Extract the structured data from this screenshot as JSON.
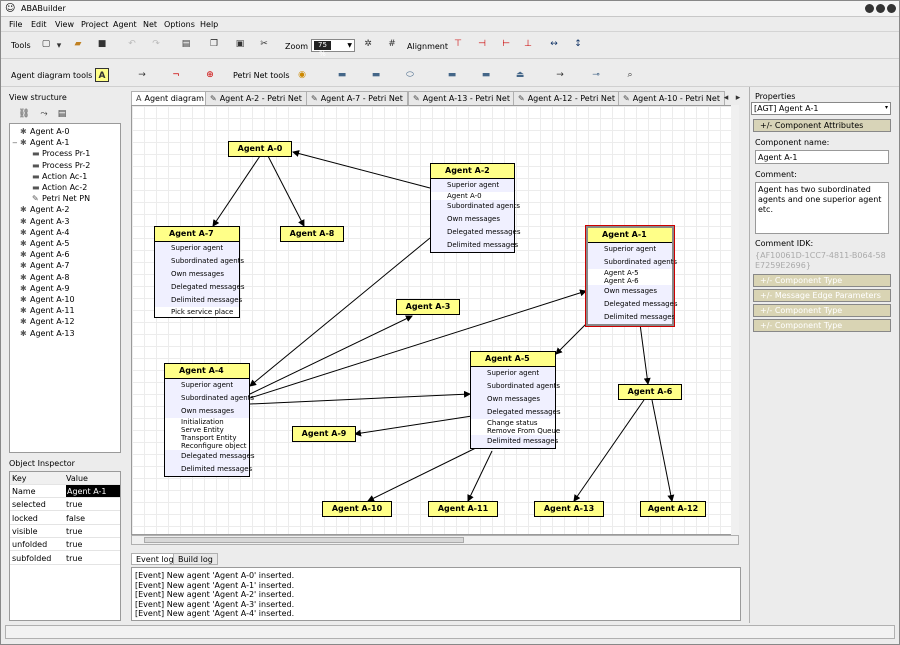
{
  "app": {
    "title": "ABABuilder",
    "icon": "person-icon"
  },
  "menu": [
    "File",
    "Edit",
    "View",
    "Project",
    "Agent",
    "Net",
    "Options",
    "Help"
  ],
  "toolbar": {
    "tools_label": "Tools",
    "zoom_label": "Zoom",
    "zoom_value": "75 %",
    "alignment_label": "Alignment"
  },
  "toolbar2": {
    "agent_tools_label": "Agent diagram tools",
    "petri_tools_label": "Petri Net tools"
  },
  "view_structure": {
    "title": "View structure",
    "items": [
      {
        "label": "Agent A-0",
        "icon": "agent-icon",
        "level": 0
      },
      {
        "label": "Agent A-1",
        "icon": "agent-icon",
        "level": 0,
        "expanded": "−"
      },
      {
        "label": "Process Pr-1",
        "icon": "process-icon",
        "level": 1
      },
      {
        "label": "Process Pr-2",
        "icon": "process-icon",
        "level": 1
      },
      {
        "label": "Action Ac-1",
        "icon": "action-icon",
        "level": 1
      },
      {
        "label": "Action Ac-2",
        "icon": "action-icon",
        "level": 1
      },
      {
        "label": "Petri Net PN",
        "icon": "petri-net-icon",
        "level": 1
      },
      {
        "label": "Agent A-2",
        "icon": "agent-icon",
        "level": 0
      },
      {
        "label": "Agent A-3",
        "icon": "agent-icon",
        "level": 0
      },
      {
        "label": "Agent A-4",
        "icon": "agent-icon",
        "level": 0
      },
      {
        "label": "Agent A-5",
        "icon": "agent-icon",
        "level": 0
      },
      {
        "label": "Agent A-6",
        "icon": "agent-icon",
        "level": 0
      },
      {
        "label": "Agent A-7",
        "icon": "agent-icon",
        "level": 0
      },
      {
        "label": "Agent A-8",
        "icon": "agent-icon",
        "level": 0
      },
      {
        "label": "Agent A-9",
        "icon": "agent-icon",
        "level": 0
      },
      {
        "label": "Agent A-10",
        "icon": "agent-icon",
        "level": 0
      },
      {
        "label": "Agent A-11",
        "icon": "agent-icon",
        "level": 0
      },
      {
        "label": "Agent A-12",
        "icon": "agent-icon",
        "level": 0
      },
      {
        "label": "Agent A-13",
        "icon": "agent-icon",
        "level": 0
      }
    ]
  },
  "inspector": {
    "title": "Object Inspector",
    "headers": [
      "Key",
      "Value"
    ],
    "rows": [
      {
        "key": "Name",
        "value": "Agent A-1",
        "selected": true
      },
      {
        "key": "selected",
        "value": "true"
      },
      {
        "key": "locked",
        "value": "false"
      },
      {
        "key": "visible",
        "value": "true"
      },
      {
        "key": "unfolded",
        "value": "true"
      },
      {
        "key": "subfolded",
        "value": "true"
      }
    ]
  },
  "tabs": [
    "Agent diagram",
    "Agent A-2 - Petri Net",
    "Agent A-7 - Petri Net",
    "Agent A-13 - Petri Net",
    "Agent A-12 - Petri Net",
    "Agent A-10 - Petri Net"
  ],
  "agents": {
    "a0": {
      "title": "Agent A-0"
    },
    "a2": {
      "title": "Agent A-2",
      "rows": [
        "Superior agent",
        "Agent A-0",
        "Subordinated agents",
        "Own messages",
        "Delegated messages",
        "Delimited messages"
      ]
    },
    "a7": {
      "title": "Agent A-7",
      "rows": [
        "Superior agent",
        "Subordinated agents",
        "Own messages",
        "Delegated messages",
        "Delimited messages",
        "Pick service place"
      ]
    },
    "a8": {
      "title": "Agent A-8"
    },
    "a1": {
      "title": "Agent A-1",
      "rows": [
        "Superior agent",
        "Subordinated agents",
        "Agent A-5",
        "Agent A-6",
        "Own messages",
        "Delegated messages",
        "Delimited messages"
      ]
    },
    "a3": {
      "title": "Agent A-3"
    },
    "a4": {
      "title": "Agent A-4",
      "rows": [
        "Superior agent",
        "Subordinated agents",
        "Own messages",
        "Initialization",
        "Serve Entity",
        "Transport Entity",
        "Reconfigure object",
        "Delegated messages",
        "Delimited messages"
      ]
    },
    "a5": {
      "title": "Agent A-5",
      "rows": [
        "Superior agent",
        "Subordinated agents",
        "Own messages",
        "Delegated messages",
        "Change status",
        "Remove From Queue",
        "Delimited messages"
      ]
    },
    "a6": {
      "title": "Agent A-6"
    },
    "a9": {
      "title": "Agent A-9"
    },
    "a10": {
      "title": "Agent A-10"
    },
    "a11": {
      "title": "Agent A-11"
    },
    "a13": {
      "title": "Agent A-13"
    },
    "a12": {
      "title": "Agent A-12"
    }
  },
  "log": {
    "tabs": [
      "Event log",
      "Build log"
    ],
    "lines": [
      "[Event] New agent 'Agent A-0' inserted.",
      "[Event] New agent 'Agent A-1' inserted.",
      "[Event] New agent 'Agent A-2' inserted.",
      "[Event] New agent 'Agent A-3' inserted.",
      "[Event] New agent 'Agent A-4' inserted."
    ]
  },
  "properties": {
    "title": "Properties",
    "selected": "[AGT] Agent A-1",
    "section_attrs": "+/- Component Attributes",
    "name_label": "Component name:",
    "name_value": "Agent A-1",
    "comment_label": "Comment:",
    "comment_value": "Agent has two subordinated agents and one superior agent etc.",
    "idk_label": "Comment IDK:",
    "idk_value": "{AF10061D-1CC7-4811-B064-58E7259E2696}",
    "sections": [
      "+/- Component Type",
      "+/- Message Edge Parameters",
      "+/- Component Type",
      "+/- Component Type"
    ]
  }
}
